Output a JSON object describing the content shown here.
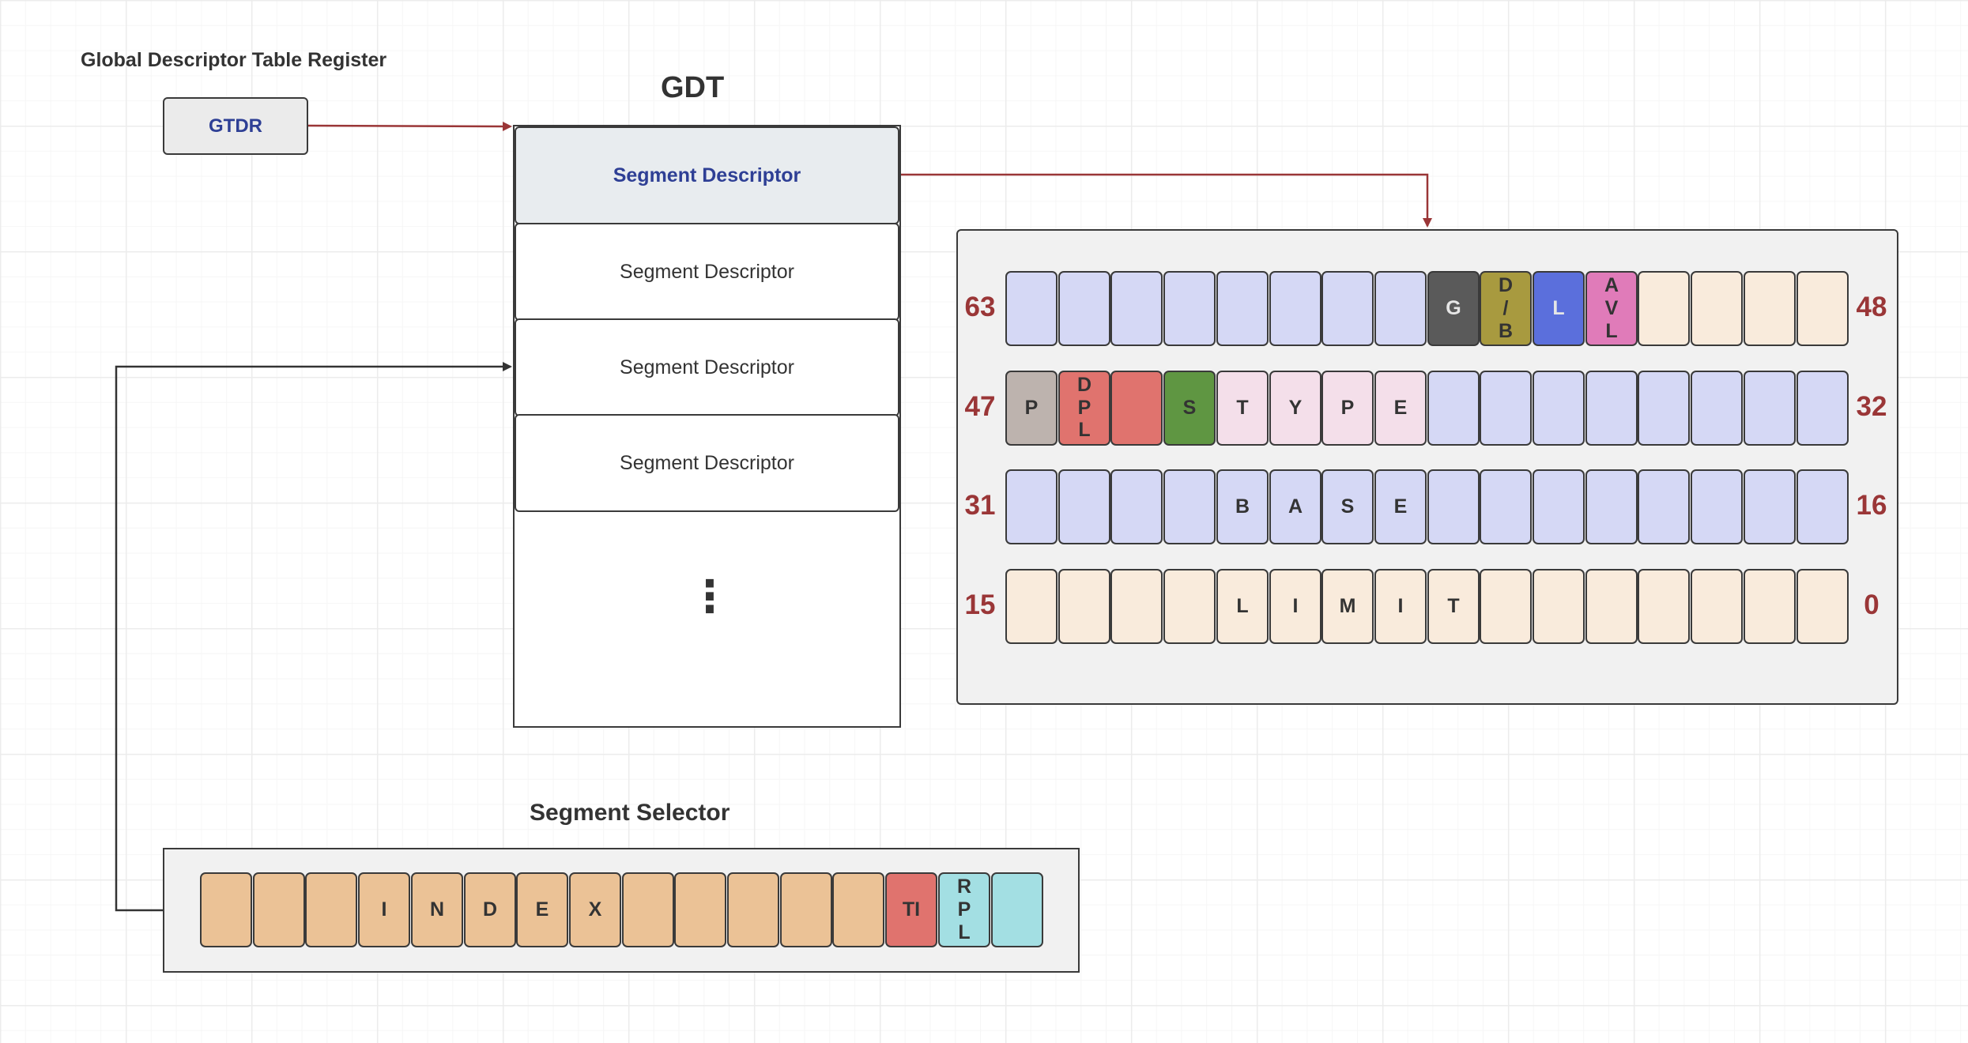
{
  "register_caption": "Global Descriptor Table Register",
  "gtdr_label": "GTDR",
  "gdt_title": "GDT",
  "gdt_rows": [
    "Segment Descriptor",
    "Segment Descriptor",
    "Segment Descriptor",
    "Segment Descriptor"
  ],
  "gdt_ellipsis": "⋮",
  "selector_title": "Segment Selector",
  "colors": {
    "arrow_red": "#9a3637",
    "arrow_dark": "#333333",
    "lavender": "#d5d8f5",
    "peach": "#f9ebdc",
    "g_gray": "#5a5a5a",
    "db_olive": "#a89a3f",
    "l_blue": "#5b6fdc",
    "avl_pink": "#e07bb9",
    "p_taupe": "#bdb3ae",
    "dpl_red": "#e0736e",
    "s_green": "#5f9642",
    "type_pink": "#f4dfea",
    "index_orange": "#ebc296",
    "ti_red": "#e0736e",
    "rpl_cyan": "#a3dfe3"
  },
  "descriptor": {
    "rows": [
      {
        "left_bit": "63",
        "right_bit": "48",
        "cells": [
          {
            "text": "",
            "color": "lavender"
          },
          {
            "text": "",
            "color": "lavender"
          },
          {
            "text": "",
            "color": "lavender"
          },
          {
            "text": "",
            "color": "lavender"
          },
          {
            "text": "",
            "color": "lavender"
          },
          {
            "text": "",
            "color": "lavender"
          },
          {
            "text": "",
            "color": "lavender"
          },
          {
            "text": "",
            "color": "lavender"
          },
          {
            "text": "G",
            "color": "g_gray"
          },
          {
            "text": "D\n/\nB",
            "color": "db_olive"
          },
          {
            "text": "L",
            "color": "l_blue"
          },
          {
            "text": "A\nV\nL",
            "color": "avl_pink"
          },
          {
            "text": "",
            "color": "peach"
          },
          {
            "text": "",
            "color": "peach"
          },
          {
            "text": "",
            "color": "peach"
          },
          {
            "text": "",
            "color": "peach"
          }
        ]
      },
      {
        "left_bit": "47",
        "right_bit": "32",
        "cells": [
          {
            "text": "P",
            "color": "p_taupe"
          },
          {
            "text": "D\nP\nL",
            "color": "dpl_red"
          },
          {
            "text": "",
            "color": "dpl_red"
          },
          {
            "text": "S",
            "color": "s_green"
          },
          {
            "text": "T",
            "color": "type_pink"
          },
          {
            "text": "Y",
            "color": "type_pink"
          },
          {
            "text": "P",
            "color": "type_pink"
          },
          {
            "text": "E",
            "color": "type_pink"
          },
          {
            "text": "",
            "color": "lavender"
          },
          {
            "text": "",
            "color": "lavender"
          },
          {
            "text": "",
            "color": "lavender"
          },
          {
            "text": "",
            "color": "lavender"
          },
          {
            "text": "",
            "color": "lavender"
          },
          {
            "text": "",
            "color": "lavender"
          },
          {
            "text": "",
            "color": "lavender"
          },
          {
            "text": "",
            "color": "lavender"
          }
        ]
      },
      {
        "left_bit": "31",
        "right_bit": "16",
        "cells": [
          {
            "text": "",
            "color": "lavender"
          },
          {
            "text": "",
            "color": "lavender"
          },
          {
            "text": "",
            "color": "lavender"
          },
          {
            "text": "",
            "color": "lavender"
          },
          {
            "text": "B",
            "color": "lavender"
          },
          {
            "text": "A",
            "color": "lavender"
          },
          {
            "text": "S",
            "color": "lavender"
          },
          {
            "text": "E",
            "color": "lavender"
          },
          {
            "text": "",
            "color": "lavender"
          },
          {
            "text": "",
            "color": "lavender"
          },
          {
            "text": "",
            "color": "lavender"
          },
          {
            "text": "",
            "color": "lavender"
          },
          {
            "text": "",
            "color": "lavender"
          },
          {
            "text": "",
            "color": "lavender"
          },
          {
            "text": "",
            "color": "lavender"
          },
          {
            "text": "",
            "color": "lavender"
          }
        ]
      },
      {
        "left_bit": "15",
        "right_bit": "0",
        "cells": [
          {
            "text": "",
            "color": "peach"
          },
          {
            "text": "",
            "color": "peach"
          },
          {
            "text": "",
            "color": "peach"
          },
          {
            "text": "",
            "color": "peach"
          },
          {
            "text": "L",
            "color": "peach"
          },
          {
            "text": "I",
            "color": "peach"
          },
          {
            "text": "M",
            "color": "peach"
          },
          {
            "text": "I",
            "color": "peach"
          },
          {
            "text": "T",
            "color": "peach"
          },
          {
            "text": "",
            "color": "peach"
          },
          {
            "text": "",
            "color": "peach"
          },
          {
            "text": "",
            "color": "peach"
          },
          {
            "text": "",
            "color": "peach"
          },
          {
            "text": "",
            "color": "peach"
          },
          {
            "text": "",
            "color": "peach"
          },
          {
            "text": "",
            "color": "peach"
          }
        ]
      }
    ]
  },
  "selector": {
    "cells": [
      {
        "text": "",
        "color": "index_orange"
      },
      {
        "text": "",
        "color": "index_orange"
      },
      {
        "text": "",
        "color": "index_orange"
      },
      {
        "text": "I",
        "color": "index_orange"
      },
      {
        "text": "N",
        "color": "index_orange"
      },
      {
        "text": "D",
        "color": "index_orange"
      },
      {
        "text": "E",
        "color": "index_orange"
      },
      {
        "text": "X",
        "color": "index_orange"
      },
      {
        "text": "",
        "color": "index_orange"
      },
      {
        "text": "",
        "color": "index_orange"
      },
      {
        "text": "",
        "color": "index_orange"
      },
      {
        "text": "",
        "color": "index_orange"
      },
      {
        "text": "",
        "color": "index_orange"
      },
      {
        "text": "TI",
        "color": "ti_red"
      },
      {
        "text": "R\nP\nL",
        "color": "rpl_cyan"
      },
      {
        "text": "",
        "color": "rpl_cyan"
      }
    ]
  }
}
